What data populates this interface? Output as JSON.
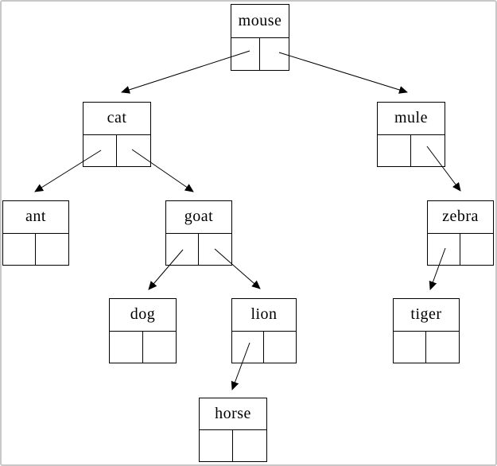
{
  "diagram": {
    "type": "binary-search-tree",
    "root": "mouse",
    "nodes": [
      {
        "id": "mouse",
        "label": "mouse",
        "left_child": "cat",
        "right_child": "mule"
      },
      {
        "id": "cat",
        "label": "cat",
        "left_child": "ant",
        "right_child": "goat"
      },
      {
        "id": "mule",
        "label": "mule",
        "left_child": null,
        "right_child": "zebra"
      },
      {
        "id": "ant",
        "label": "ant",
        "left_child": null,
        "right_child": null
      },
      {
        "id": "goat",
        "label": "goat",
        "left_child": "dog",
        "right_child": "lion"
      },
      {
        "id": "zebra",
        "label": "zebra",
        "left_child": "tiger",
        "right_child": null
      },
      {
        "id": "dog",
        "label": "dog",
        "left_child": null,
        "right_child": null
      },
      {
        "id": "lion",
        "label": "lion",
        "left_child": "horse",
        "right_child": null
      },
      {
        "id": "tiger",
        "label": "tiger",
        "left_child": null,
        "right_child": null
      },
      {
        "id": "horse",
        "label": "horse",
        "left_child": null,
        "right_child": null
      }
    ],
    "edges": [
      {
        "from": "mouse",
        "slot": "left",
        "to": "cat"
      },
      {
        "from": "mouse",
        "slot": "right",
        "to": "mule"
      },
      {
        "from": "cat",
        "slot": "left",
        "to": "ant"
      },
      {
        "from": "cat",
        "slot": "right",
        "to": "goat"
      },
      {
        "from": "mule",
        "slot": "right",
        "to": "zebra"
      },
      {
        "from": "goat",
        "slot": "left",
        "to": "dog"
      },
      {
        "from": "goat",
        "slot": "right",
        "to": "lion"
      },
      {
        "from": "zebra",
        "slot": "left",
        "to": "tiger"
      },
      {
        "from": "lion",
        "slot": "left",
        "to": "horse"
      }
    ]
  },
  "colors": {
    "line": "#000000",
    "text": "#000000",
    "background": "#ffffff",
    "outer_border": "#c8c8c8"
  }
}
